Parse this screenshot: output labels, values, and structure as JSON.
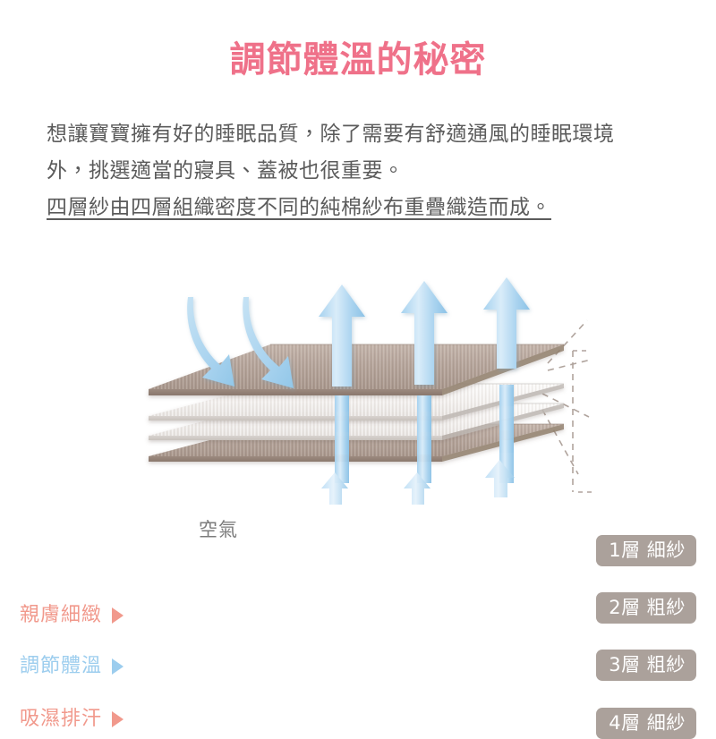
{
  "page": {
    "title": "調節體溫的秘密",
    "title_color": "#ef7189",
    "background_color": "#ffffff"
  },
  "intro": {
    "lines": [
      {
        "text": "想讓寶寶擁有好的睡眠品質，除了需要有舒適通風的睡眠環境",
        "underlined": false
      },
      {
        "text": "外，挑選適當的寢具、蓋被也很重要。",
        "underlined": false
      },
      {
        "text": "四層紗由四層組織密度不同的純棉紗布重疊織造而成。",
        "underlined": true
      }
    ],
    "text_color": "#5b5b5b"
  },
  "diagram": {
    "air_label": "空氣",
    "air_label_color": "#7c7c7c",
    "left_features": [
      {
        "label": "親膚細緻",
        "color": "#f1998c",
        "arrow": "triangle-right-icon"
      },
      {
        "label": "調節體溫",
        "color": "#9ccdee",
        "arrow": "triangle-right-icon"
      },
      {
        "label": "吸濕排汗",
        "color": "#f1998c",
        "arrow": "triangle-right-icon"
      }
    ],
    "layer_callouts": [
      {
        "label": "1層 細紗",
        "layer_number": "1",
        "yarn": "細紗"
      },
      {
        "label": "2層 粗紗",
        "layer_number": "2",
        "yarn": "粗紗"
      },
      {
        "label": "3層 粗紗",
        "layer_number": "3",
        "yarn": "粗紗"
      },
      {
        "label": "4層 細紗",
        "layer_number": "4",
        "yarn": "細紗"
      }
    ],
    "callout_box_color": "#aba19b",
    "callout_text_color": "#ffffff",
    "fabric_layers": [
      {
        "index": 1,
        "material": "細紗",
        "color": "#b4a398",
        "kind": "brown"
      },
      {
        "index": 2,
        "material": "粗紗",
        "color": "#f4f2f0",
        "kind": "white"
      },
      {
        "index": 3,
        "material": "粗紗",
        "color": "#f4f2f0",
        "kind": "white"
      },
      {
        "index": 4,
        "material": "細紗",
        "color": "#b4a398",
        "kind": "brown"
      }
    ],
    "airflow": {
      "incoming_arrow_count": 2,
      "outgoing_arrow_count": 3,
      "bottom_arrow_count": 3,
      "arrow_color_light": "#d3e9f8",
      "arrow_color_dark": "#8ec4e8"
    },
    "leader_line_color": "#b0a49d"
  }
}
